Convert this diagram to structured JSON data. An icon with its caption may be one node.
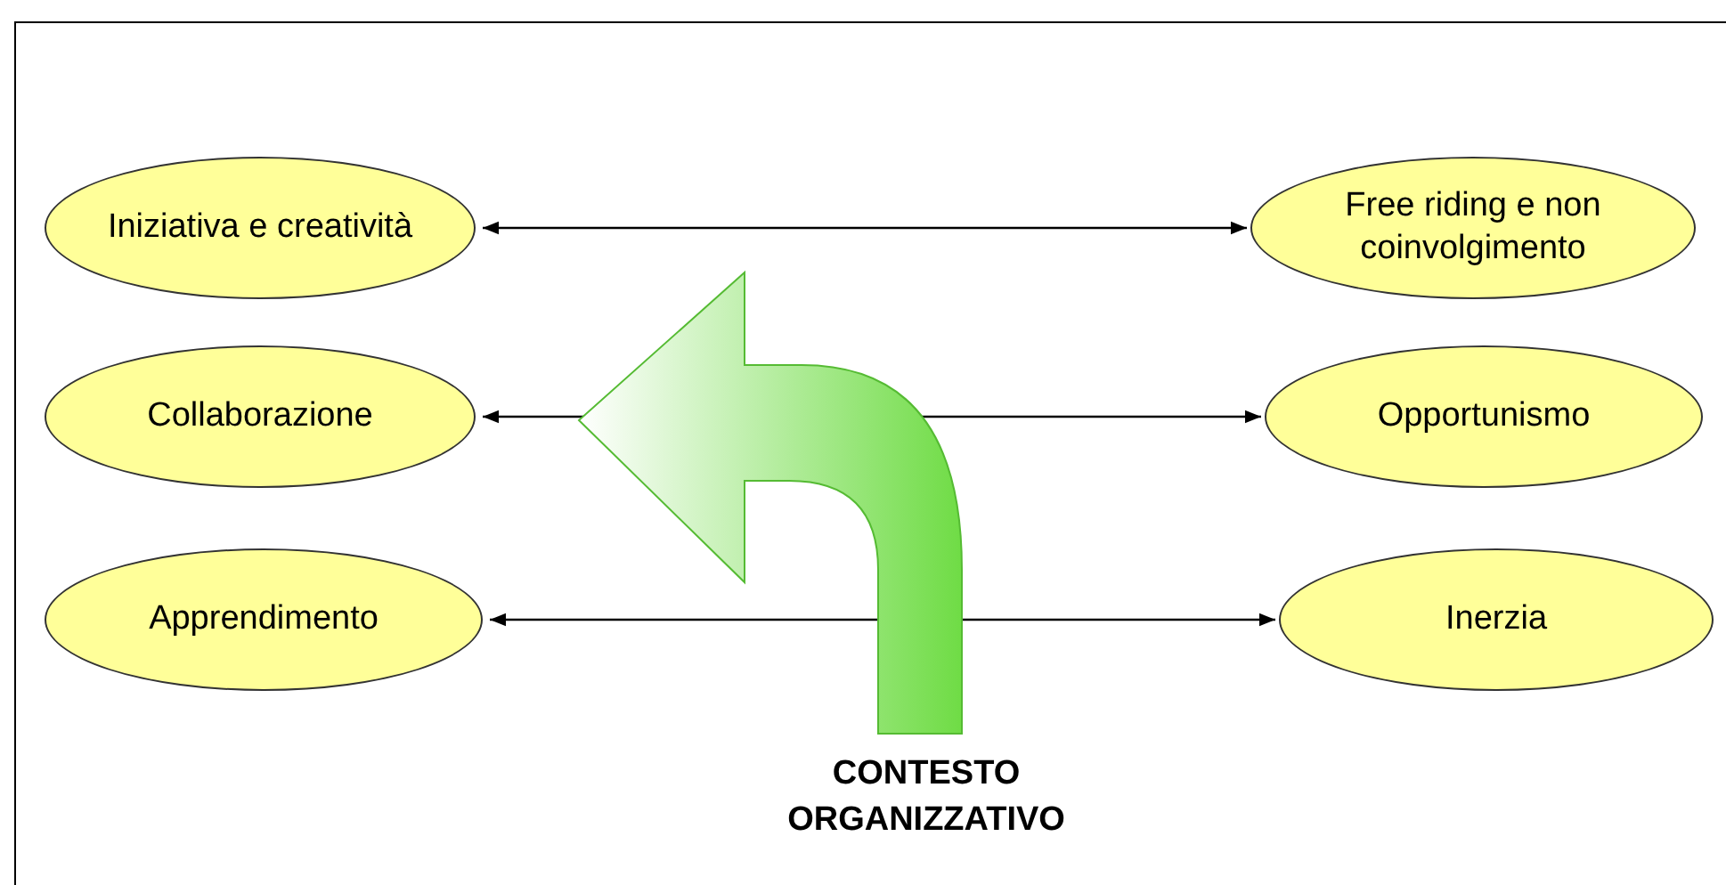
{
  "diagram": {
    "nodes": [
      {
        "text": [
          "Iniziativa e creatività"
        ]
      },
      {
        "text": [
          "Free riding e non coinvolgimento"
        ]
      },
      {
        "text": [
          "Collaborazione"
        ]
      },
      {
        "text": [
          "Opportunismo"
        ]
      },
      {
        "text": [
          "Apprendimento"
        ]
      },
      {
        "text": [
          "Inerzia"
        ]
      }
    ],
    "edges": [
      {
        "from": 0,
        "to": 1,
        "arrow": "both"
      },
      {
        "from": 2,
        "to": 3,
        "arrow": "both"
      },
      {
        "from": 4,
        "to": 5,
        "arrow": "both"
      }
    ],
    "labels": [
      "CONTESTO ORGANIZZATIVO"
    ]
  }
}
